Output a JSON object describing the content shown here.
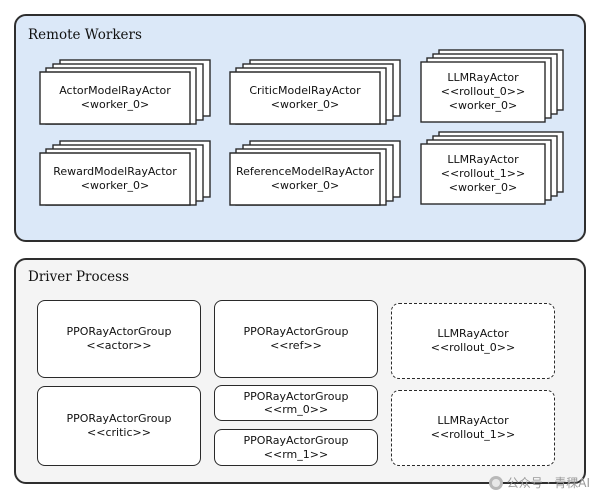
{
  "remote": {
    "title": "Remote Workers",
    "actors": [
      {
        "name": "ActorModelRayActor",
        "sub1": "<worker_0>",
        "sub2": ""
      },
      {
        "name": "CriticModelRayActor",
        "sub1": "<worker_0>",
        "sub2": ""
      },
      {
        "name": "LLMRayActor",
        "sub1": "<<rollout_0>>",
        "sub2": "<worker_0>"
      },
      {
        "name": "RewardModelRayActor",
        "sub1": "<worker_0>",
        "sub2": ""
      },
      {
        "name": "ReferenceModelRayActor",
        "sub1": "<worker_0>",
        "sub2": ""
      },
      {
        "name": "LLMRayActor",
        "sub1": "<<rollout_1>>",
        "sub2": "<worker_0>"
      }
    ]
  },
  "driver": {
    "title": "Driver Process",
    "groups": [
      {
        "name": "PPORayActorGroup",
        "sub": "<<actor>>"
      },
      {
        "name": "PPORayActorGroup",
        "sub": "<<ref>>"
      },
      {
        "name": "LLMRayActor",
        "sub": "<<rollout_0>>"
      },
      {
        "name": "PPORayActorGroup",
        "sub": "<<critic>>"
      },
      {
        "name": "PPORayActorGroup",
        "sub": "<<rm_0>>"
      },
      {
        "name": "PPORayActorGroup",
        "sub": "<<rm_1>>"
      },
      {
        "name": "LLMRayActor",
        "sub": "<<rollout_1>>"
      }
    ]
  },
  "watermark": "公众号 · 青稞AI"
}
